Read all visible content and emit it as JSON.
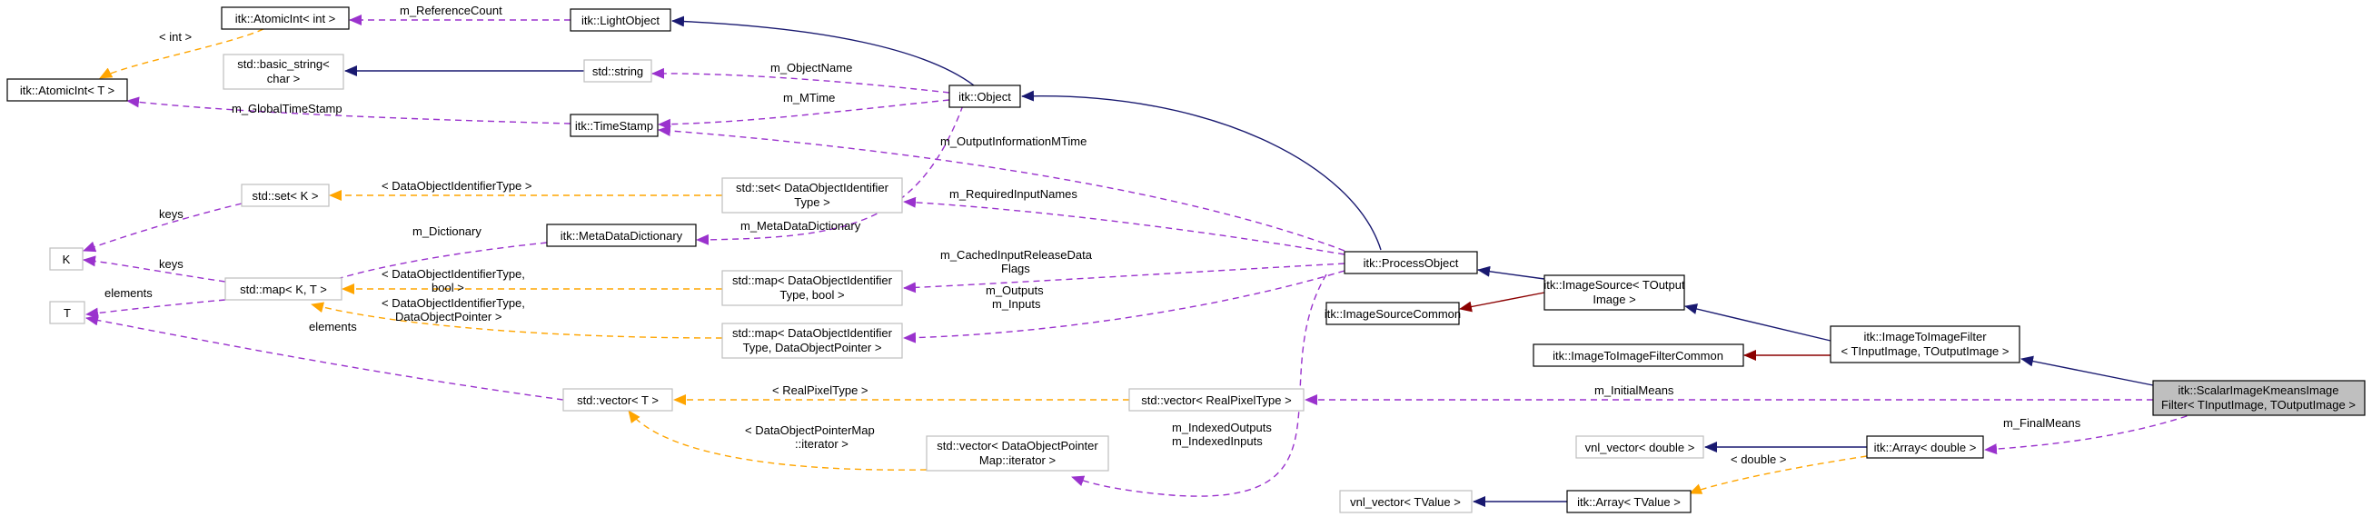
{
  "diagram": {
    "nodes": {
      "atomic_int_int": "itk::AtomicInt< int >",
      "light_object": "itk::LightObject",
      "basic_string": [
        "std::basic_string<",
        "char >"
      ],
      "std_string": "std::string",
      "atomic_int_t": "itk::AtomicInt< T >",
      "object": "itk::Object",
      "time_stamp": "itk::TimeStamp",
      "set_k": "std::set< K >",
      "set_doid": [
        "std::set< DataObjectIdentifier",
        "Type >"
      ],
      "k": "K",
      "meta_data_dictionary": "itk::MetaDataDictionary",
      "process_object": "itk::ProcessObject",
      "map_kt": "std::map< K, T >",
      "map_doid_bool": [
        "std::map< DataObjectIdentifier",
        "Type, bool >"
      ],
      "t": "T",
      "map_doid_ptr": [
        "std::map< DataObjectIdentifier",
        "Type, DataObjectPointer >"
      ],
      "image_source": [
        "itk::ImageSource< TOutput",
        "Image >"
      ],
      "image_source_common": "itk::ImageSourceCommon",
      "image_to_image_filter": [
        "itk::ImageToImageFilter",
        "< TInputImage, TOutputImage >"
      ],
      "image_to_image_filter_common": "itk::ImageToImageFilterCommon",
      "vector_t": "std::vector< T >",
      "vector_real_pixel": "std::vector< RealPixelType >",
      "scalar_kmeans": [
        "itk::ScalarImageKmeansImage",
        "Filter< TInputImage, TOutputImage >"
      ],
      "vector_doptr_iter": [
        "std::vector< DataObjectPointer",
        "Map::iterator >"
      ],
      "vnl_vector_double": "vnl_vector< double >",
      "array_double": "itk::Array< double >",
      "vnl_vector_tvalue": "vnl_vector< TValue >",
      "array_tvalue": "itk::Array< TValue >"
    },
    "edge_labels": {
      "reference_count": "m_ReferenceCount",
      "int_template": "< int >",
      "object_name": "m_ObjectName",
      "global_time_stamp": "m_GlobalTimeStamp",
      "mtime": "m_MTime",
      "output_information_mtime": "m_OutputInformationMTime",
      "doid_type_template": "< DataObjectIdentifierType >",
      "required_input_names": "m_RequiredInputNames",
      "keys_set": "keys",
      "dictionary": "m_Dictionary",
      "meta_data_dictionary": "m_MetaDataDictionary",
      "cached_input_release": [
        "m_CachedInputReleaseData",
        "Flags"
      ],
      "keys_map": "keys",
      "elements_map": "elements",
      "doid_bool_template": [
        "< DataObjectIdentifierType,",
        "bool >"
      ],
      "doid_ptr_template": [
        "< DataObjectIdentifierType,",
        "DataObjectPointer >"
      ],
      "outputs_inputs": [
        "m_Outputs",
        "m_Inputs"
      ],
      "elements_vector": "elements",
      "real_pixel_template": "< RealPixelType >",
      "initial_means": "m_InitialMeans",
      "doptr_iter_template": [
        "< DataObjectPointerMap",
        "::iterator >"
      ],
      "indexed_outputs_inputs": [
        "m_IndexedOutputs",
        "m_IndexedInputs"
      ],
      "final_means": "m_FinalMeans",
      "double_template": "< double >"
    },
    "colors": {
      "inheritance": "#191970",
      "usage": "#9a32cd",
      "template": "#ffa500",
      "protected_inheritance": "#8b0000",
      "focus_fill": "#bfbfbf",
      "external_border": "#bfbfbf"
    }
  }
}
